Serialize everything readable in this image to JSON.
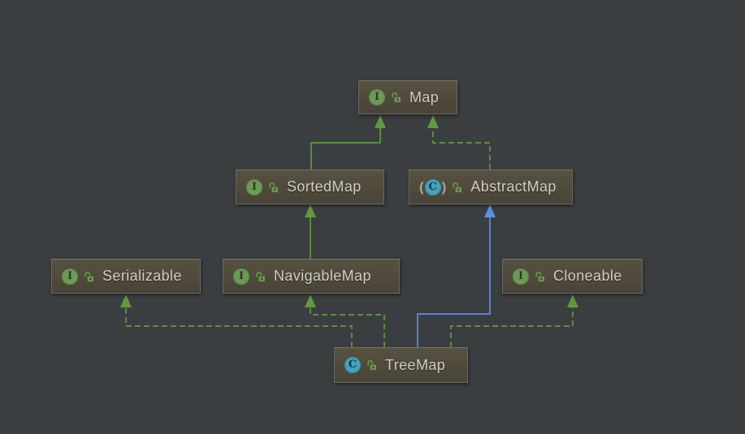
{
  "app": {
    "view": "uml-class-diagram",
    "background_color": "#3b3e41"
  },
  "colors": {
    "interface_edge_green": "#61993f",
    "class_extends_blue": "#5b8fe8",
    "node_background_top": "#575140",
    "node_background_bottom": "#494438",
    "node_border": "#6b6a60",
    "node_label": "#cfcec5",
    "interface_icon": "#6c9a57",
    "class_icon": "#46a0be",
    "public_lock": "#6a9a4e"
  },
  "icon_glyphs": {
    "interface_letter": "I",
    "class_letter": "C",
    "abstract_paren_open": "(",
    "abstract_paren_close": ")"
  },
  "diagram": {
    "nodes": [
      {
        "id": "map",
        "label": "Map",
        "kind": "interface",
        "visibility": "public"
      },
      {
        "id": "sortedmap",
        "label": "SortedMap",
        "kind": "interface",
        "visibility": "public"
      },
      {
        "id": "abstractmap",
        "label": "AbstractMap",
        "kind": "abstract-class",
        "visibility": "public"
      },
      {
        "id": "serializable",
        "label": "Serializable",
        "kind": "interface",
        "visibility": "public"
      },
      {
        "id": "navigablemap",
        "label": "NavigableMap",
        "kind": "interface",
        "visibility": "public"
      },
      {
        "id": "cloneable",
        "label": "Cloneable",
        "kind": "interface",
        "visibility": "public"
      },
      {
        "id": "treemap",
        "label": "TreeMap",
        "kind": "class",
        "visibility": "public"
      }
    ],
    "edges": [
      {
        "from": "SortedMap",
        "to": "Map",
        "relation": "extends",
        "line": "solid",
        "color": "green"
      },
      {
        "from": "AbstractMap",
        "to": "Map",
        "relation": "implements",
        "line": "dashed",
        "color": "green"
      },
      {
        "from": "NavigableMap",
        "to": "SortedMap",
        "relation": "extends",
        "line": "solid",
        "color": "green"
      },
      {
        "from": "TreeMap",
        "to": "Serializable",
        "relation": "implements",
        "line": "dashed",
        "color": "green"
      },
      {
        "from": "TreeMap",
        "to": "NavigableMap",
        "relation": "implements",
        "line": "dashed",
        "color": "green"
      },
      {
        "from": "TreeMap",
        "to": "AbstractMap",
        "relation": "extends",
        "line": "solid",
        "color": "blue"
      },
      {
        "from": "TreeMap",
        "to": "Cloneable",
        "relation": "implements",
        "line": "dashed",
        "color": "green"
      }
    ]
  }
}
